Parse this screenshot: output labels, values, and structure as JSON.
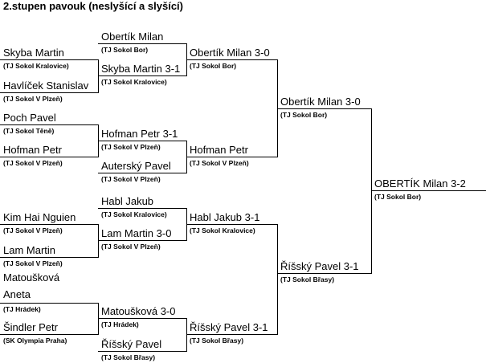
{
  "title": "2.stupen pavouk (neslyšící a slyšící)",
  "round1": [
    {
      "name": "Skyba Martin",
      "club": "(TJ Sokol Kralovice)"
    },
    {
      "name": "Havlíček Stanislav",
      "club": "(TJ Sokol V Plzeň)"
    },
    {
      "name": "Poch Pavel",
      "club": "(TJ Sokol Těně)"
    },
    {
      "name": "Hofman Petr",
      "club": "(TJ Sokol V Plzeň)"
    },
    {
      "name": "Kim Hai Nguien",
      "club": "(TJ Sokol V Plzeň)"
    },
    {
      "name": "Lam Martin",
      "club": "(TJ Sokol V Plzeň)"
    },
    {
      "name": "Matoušková Aneta",
      "club": "(TJ Hrádek)"
    },
    {
      "name": "Šindler Petr",
      "club": "(SK Olympia Praha)"
    }
  ],
  "round2": [
    {
      "name": "Obertík Milan",
      "club": "(TJ Sokol Bor)"
    },
    {
      "name": "Skyba Martin 3-1",
      "club": "(TJ Sokol Kralovice)"
    },
    {
      "name": "Hofman Petr 3-1",
      "club": "(TJ Sokol V Plzeň)"
    },
    {
      "name": "Auterský Pavel",
      "club": "(TJ Sokol V Plzeň)"
    },
    {
      "name": "Habl Jakub",
      "club": "(TJ Sokol Kralovice)"
    },
    {
      "name": "Lam Martin 3-0",
      "club": "(TJ Sokol V Plzeň)"
    },
    {
      "name": "Matoušková 3-0",
      "club": "(TJ Hrádek)"
    },
    {
      "name": "Říšský Pavel",
      "club": "(TJ Sokol Břasy)"
    }
  ],
  "round3": [
    {
      "name": "Obertík Milan 3-0",
      "club": "(TJ Sokol Bor)"
    },
    {
      "name": "Hofman Petr",
      "club": "(TJ Sokol V Plzeň)"
    },
    {
      "name": "Habl Jakub 3-1",
      "club": "(TJ Sokol Kralovice)"
    },
    {
      "name": "Říšský Pavel 3-1",
      "club": "(TJ Sokol Břasy)"
    }
  ],
  "round4": [
    {
      "name": "Obertík Milan 3-0",
      "club": "(TJ Sokol Bor)"
    },
    {
      "name": "Říšský Pavel 3-1",
      "club": "(TJ Sokol Břasy)"
    }
  ],
  "final": {
    "name": "OBERTÍK Milan 3-2",
    "club": "(TJ Sokol Bor)"
  }
}
